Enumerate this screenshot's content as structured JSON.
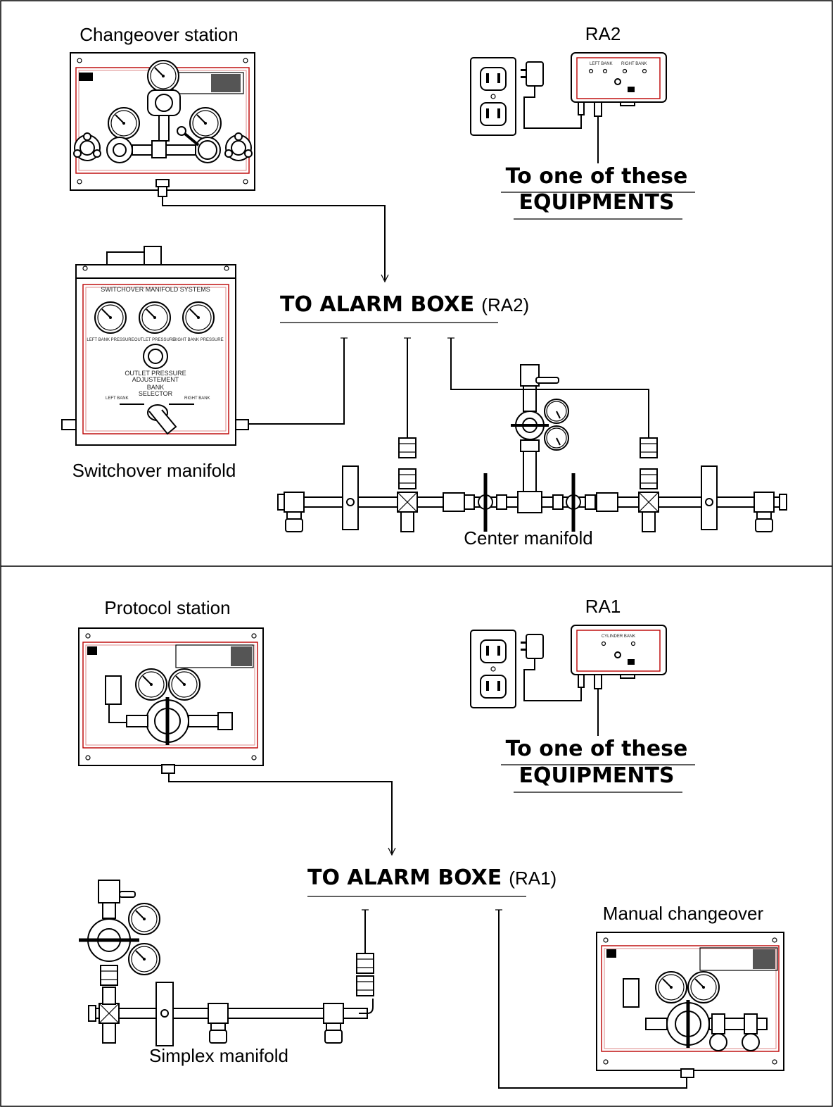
{
  "top_section": {
    "changeover_station_label": "Changeover station",
    "ra2_label": "RA2",
    "to_one_line1": "To one of these",
    "to_one_line2": "EQUIPMENTS",
    "alarm_main": "TO ALARM BOXE",
    "alarm_suffix": "(RA2)",
    "switchover_manifold_label": "Switchover manifold",
    "center_manifold_label": "Center manifold",
    "switchover_panel": {
      "title": "SWITCHOVER MANIFOLD SYSTEMS",
      "gauge1": "LEFT BANK PRESSURE",
      "gauge2": "OUTLET PRESSURE",
      "gauge3": "RIGHT BANK PRESSURE",
      "outlet_adj_line1": "OUTLET PRESSURE",
      "outlet_adj_line2": "ADJUSTEMENT",
      "bank_selector_line1": "BANK",
      "bank_selector_line2": "SELECTOR",
      "left_bank": "LEFT BANK",
      "right_bank": "RIGHT BANK"
    },
    "ra2_box": {
      "left_bank": "LEFT BANK",
      "right_bank": "RIGHT BANK"
    }
  },
  "bottom_section": {
    "protocol_station_label": "Protocol station",
    "ra1_label": "RA1",
    "to_one_line1": "To one of these",
    "to_one_line2": "EQUIPMENTS",
    "alarm_main": "TO ALARM BOXE",
    "alarm_suffix": "(RA1)",
    "manual_changeover_label": "Manual changeover",
    "simplex_manifold_label": "Simplex manifold",
    "ra1_box": {
      "title": "CYLINDER BANK"
    }
  }
}
